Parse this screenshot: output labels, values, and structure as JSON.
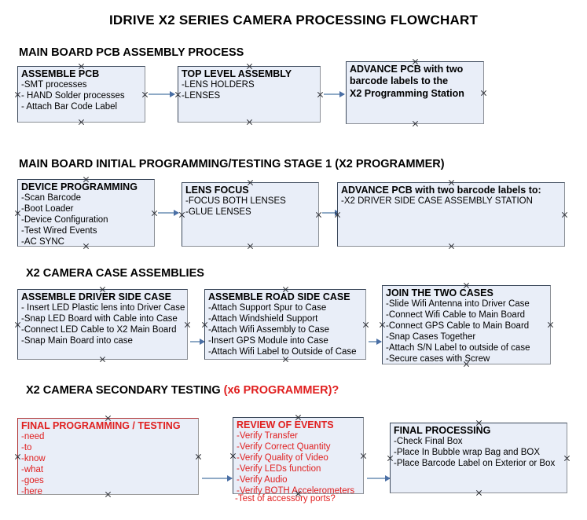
{
  "title": "IDRIVE X2  SERIES CAMERA PROCESSING FLOWCHART",
  "colors": {
    "box_fill": "#e9eef8",
    "box_border": "#3d4a5c",
    "accent_red": "#e02020",
    "connector": "#8faac6",
    "arrow": "#4a6fa5"
  },
  "sections": [
    {
      "id": "main-board-pcb-assembly-process",
      "heading": "MAIN BOARD PCB ASSEMBLY PROCESS"
    },
    {
      "id": "main-board-initial-programming",
      "heading": "MAIN BOARD INITIAL PROGRAMMING/TESTING STAGE 1 (X2 PROGRAMMER)"
    },
    {
      "id": "x2-camera-case-assemblies",
      "heading": "X2 CAMERA CASE ASSEMBLIES"
    },
    {
      "id": "x2-camera-secondary-testing",
      "heading": "X2 CAMERA SECONDARY TESTING ",
      "heading_accent": "(x6 PROGRAMMER)?"
    }
  ],
  "boxes": {
    "assemble_pcb": {
      "title": "ASSEMBLE PCB",
      "lines": [
        " -SMT processes",
        "- HAND Solder processes",
        "- Attach Bar Code Label"
      ]
    },
    "top_level_assembly": {
      "title": "TOP LEVEL ASSEMBLY",
      "lines": [
        "-LENS HOLDERS",
        "-LENSES"
      ]
    },
    "advance_pcb_programming_station": {
      "title": "ADVANCE PCB with two",
      "lines": [
        "barcode labels to the",
        " X2 Programming Station"
      ]
    },
    "device_programming": {
      "title": "DEVICE PROGRAMMING",
      "lines": [
        "-Scan Barcode",
        "-Boot Loader",
        "-Device Configuration",
        "-Test Wired Events",
        "-AC SYNC"
      ]
    },
    "lens_focus": {
      "title": "LENS FOCUS",
      "lines": [
        "-FOCUS BOTH LENSES",
        "-GLUE LENSES"
      ]
    },
    "advance_pcb_driver_side": {
      "title": "ADVANCE PCB with two barcode labels to:",
      "lines": [
        "-X2 DRIVER  SIDE  CASE  ASSEMBLY STATION"
      ]
    },
    "assemble_driver_side_case": {
      "title": "ASSEMBLE DRIVER SIDE CASE",
      "lines": [
        "- Insert LED Plastic lens into Driver Case",
        "-Snap LED Board with Cable into Case",
        "-Connect LED Cable to X2 Main Board",
        "-Snap Main Board into case"
      ]
    },
    "assemble_road_side_case": {
      "title": "ASSEMBLE ROAD SIDE CASE",
      "lines": [
        "-Attach Support Spur to Case",
        "-Attach Windshield Support",
        "-Attach Wifi Assembly to Case",
        "-Insert GPS Module into Case",
        "-Attach Wifi Label to Outside of Case"
      ]
    },
    "join_the_two_cases": {
      "title": "JOIN THE TWO CASES",
      "lines": [
        "-Slide Wifi Antenna into Driver Case",
        "-Connect Wifi Cable to Main Board",
        "-Connect GPS Cable to Main Board",
        "-Snap Cases Together",
        "-Attach S/N Label to outside of case",
        "-Secure cases with Screw"
      ]
    },
    "final_programming_testing": {
      "title": "FINAL PROGRAMMING / TESTING",
      "lines": [
        "-need",
        "-to",
        "-know",
        "-what",
        "-goes",
        "-here"
      ]
    },
    "review_of_events": {
      "title": "REVIEW OF EVENTS",
      "lines": [
        "-Verify Transfer",
        "-Verify Correct Quantity",
        "-Verify Quality of Video",
        "-Verify LEDs function",
        "-Verify Audio",
        "-Verify BOTH Accelerometers"
      ],
      "overflow_line": "-Test of accessory ports?"
    },
    "final_processing": {
      "title": "FINAL PROCESSING",
      "lines": [
        " -Check Final Box",
        "-Place In Bubble wrap Bag and BOX",
        "-Place Barcode Label on Exterior or Box"
      ]
    }
  }
}
